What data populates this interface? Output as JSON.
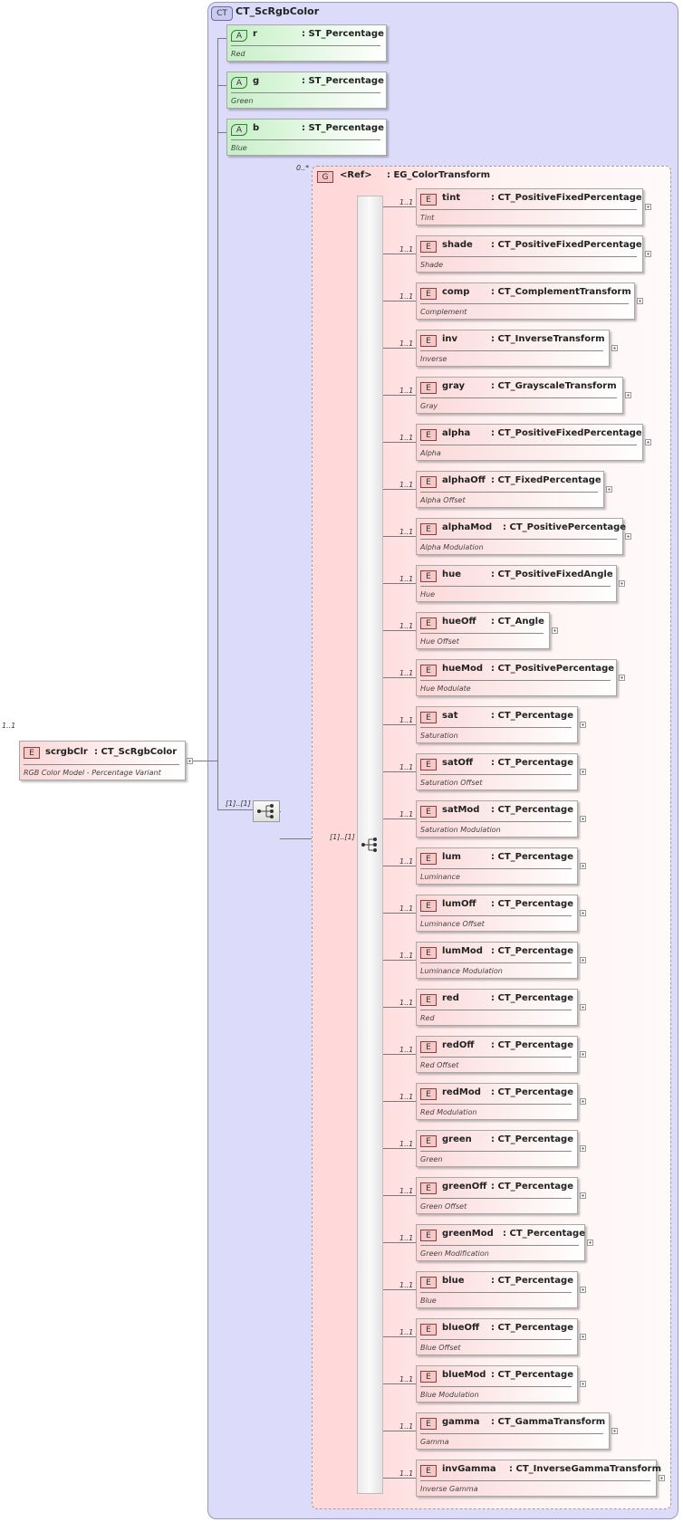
{
  "complex_type": {
    "tag": "CT",
    "name": "CT_ScRgbColor"
  },
  "root_element": {
    "tag": "E",
    "cardinality": "1..1",
    "name": "scrgbClr",
    "type": ": CT_ScRgbColor",
    "doc": "RGB Color Model - Percentage Variant"
  },
  "attributes": [
    {
      "tag": "A",
      "name": "r",
      "type": ": ST_Percentage",
      "doc": "Red"
    },
    {
      "tag": "A",
      "name": "g",
      "type": ": ST_Percentage",
      "doc": "Green"
    },
    {
      "tag": "A",
      "name": "b",
      "type": ": ST_Percentage",
      "doc": "Blue"
    }
  ],
  "sequence": {
    "cardinality": "[1]..[1]"
  },
  "group": {
    "tag": "G",
    "cardinality": "0..*",
    "name": "<Ref>",
    "type": ": EG_ColorTransform",
    "choice_cardinality": "[1]..[1]"
  },
  "elements": [
    {
      "tag": "E",
      "card": "1..1",
      "name": "tint",
      "type": ": CT_PositiveFixedPercentage",
      "doc": "Tint"
    },
    {
      "tag": "E",
      "card": "1..1",
      "name": "shade",
      "type": ": CT_PositiveFixedPercentage",
      "doc": "Shade"
    },
    {
      "tag": "E",
      "card": "1..1",
      "name": "comp",
      "type": ": CT_ComplementTransform",
      "doc": "Complement"
    },
    {
      "tag": "E",
      "card": "1..1",
      "name": "inv",
      "type": ": CT_InverseTransform",
      "doc": "Inverse"
    },
    {
      "tag": "E",
      "card": "1..1",
      "name": "gray",
      "type": ": CT_GrayscaleTransform",
      "doc": "Gray"
    },
    {
      "tag": "E",
      "card": "1..1",
      "name": "alpha",
      "type": ": CT_PositiveFixedPercentage",
      "doc": "Alpha"
    },
    {
      "tag": "E",
      "card": "1..1",
      "name": "alphaOff",
      "type": ": CT_FixedPercentage",
      "doc": "Alpha Offset"
    },
    {
      "tag": "E",
      "card": "1..1",
      "name": "alphaMod",
      "type": ": CT_PositivePercentage",
      "doc": "Alpha Modulation"
    },
    {
      "tag": "E",
      "card": "1..1",
      "name": "hue",
      "type": ": CT_PositiveFixedAngle",
      "doc": "Hue"
    },
    {
      "tag": "E",
      "card": "1..1",
      "name": "hueOff",
      "type": ": CT_Angle",
      "doc": "Hue Offset"
    },
    {
      "tag": "E",
      "card": "1..1",
      "name": "hueMod",
      "type": ": CT_PositivePercentage",
      "doc": "Hue Modulate"
    },
    {
      "tag": "E",
      "card": "1..1",
      "name": "sat",
      "type": ": CT_Percentage",
      "doc": "Saturation"
    },
    {
      "tag": "E",
      "card": "1..1",
      "name": "satOff",
      "type": ": CT_Percentage",
      "doc": "Saturation Offset"
    },
    {
      "tag": "E",
      "card": "1..1",
      "name": "satMod",
      "type": ": CT_Percentage",
      "doc": "Saturation Modulation"
    },
    {
      "tag": "E",
      "card": "1..1",
      "name": "lum",
      "type": ": CT_Percentage",
      "doc": "Luminance"
    },
    {
      "tag": "E",
      "card": "1..1",
      "name": "lumOff",
      "type": ": CT_Percentage",
      "doc": "Luminance Offset"
    },
    {
      "tag": "E",
      "card": "1..1",
      "name": "lumMod",
      "type": ": CT_Percentage",
      "doc": "Luminance Modulation"
    },
    {
      "tag": "E",
      "card": "1..1",
      "name": "red",
      "type": ": CT_Percentage",
      "doc": "Red"
    },
    {
      "tag": "E",
      "card": "1..1",
      "name": "redOff",
      "type": ": CT_Percentage",
      "doc": "Red Offset"
    },
    {
      "tag": "E",
      "card": "1..1",
      "name": "redMod",
      "type": ": CT_Percentage",
      "doc": "Red Modulation"
    },
    {
      "tag": "E",
      "card": "1..1",
      "name": "green",
      "type": ": CT_Percentage",
      "doc": "Green"
    },
    {
      "tag": "E",
      "card": "1..1",
      "name": "greenOff",
      "type": ": CT_Percentage",
      "doc": "Green Offset"
    },
    {
      "tag": "E",
      "card": "1..1",
      "name": "greenMod",
      "type": ": CT_Percentage",
      "doc": "Green Modification"
    },
    {
      "tag": "E",
      "card": "1..1",
      "name": "blue",
      "type": ": CT_Percentage",
      "doc": "Blue"
    },
    {
      "tag": "E",
      "card": "1..1",
      "name": "blueOff",
      "type": ": CT_Percentage",
      "doc": "Blue Offset"
    },
    {
      "tag": "E",
      "card": "1..1",
      "name": "blueMod",
      "type": ": CT_Percentage",
      "doc": "Blue Modulation"
    },
    {
      "tag": "E",
      "card": "1..1",
      "name": "gamma",
      "type": ": CT_GammaTransform",
      "doc": "Gamma"
    },
    {
      "tag": "E",
      "card": "1..1",
      "name": "invGamma",
      "type": ": CT_InverseGammaTransform",
      "doc": "Inverse Gamma"
    }
  ]
}
